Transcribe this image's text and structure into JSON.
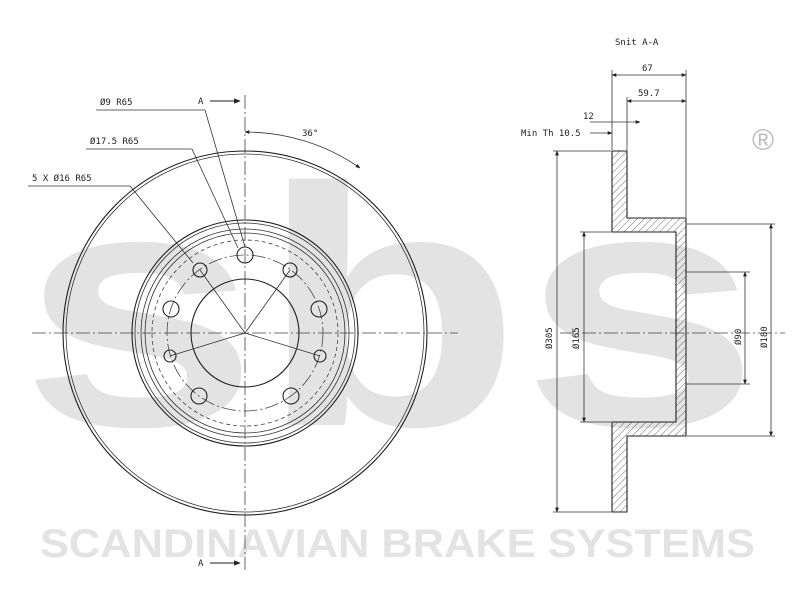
{
  "watermark": {
    "logo_text": "sbs",
    "registered_mark": "®",
    "tagline": "SCANDINAVIAN BRAKE SYSTEMS"
  },
  "front_view": {
    "section_mark_top": "A",
    "section_mark_bottom": "A",
    "angle": "36°",
    "labels": [
      "Ø9  R65",
      "Ø17.5  R65",
      "5 X Ø16 R65"
    ]
  },
  "section_view": {
    "title": "Snit A-A",
    "dims_top": [
      "67",
      "59.7",
      "12"
    ],
    "min_thickness": "Min Th 10.5",
    "diameters": [
      "Ø305",
      "Ø165",
      "Ø90",
      "Ø180"
    ]
  }
}
